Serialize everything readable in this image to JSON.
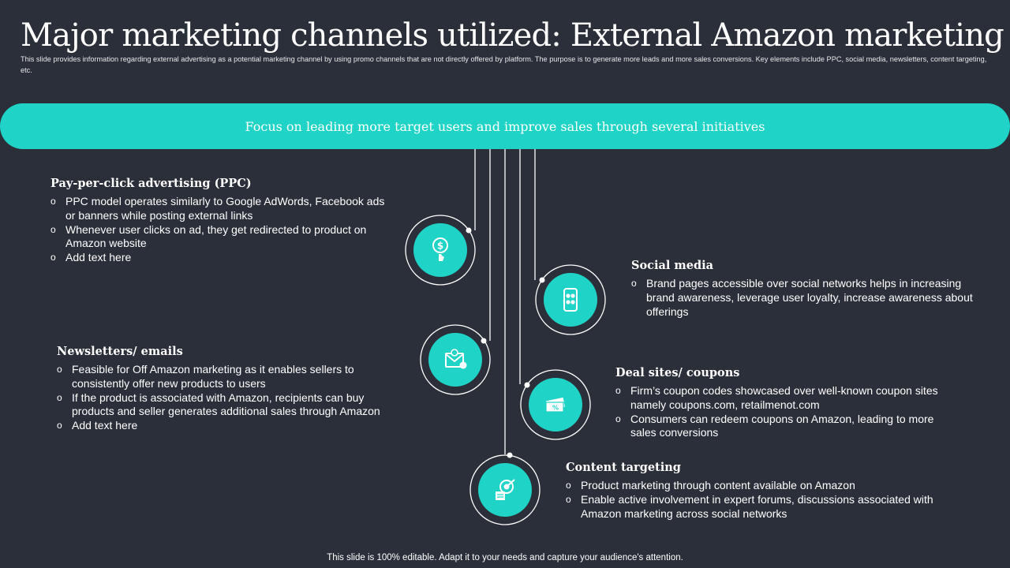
{
  "slide": {
    "title": "Major marketing channels utilized: External Amazon marketing",
    "subtitle": "This slide provides information regarding external advertising as a potential marketing channel by using promo channels that are not directly offered by platform. The purpose is to generate more leads and more sales conversions. Key elements include PPC, social media, newsletters, content targeting, etc.",
    "banner": "Focus on leading more target users and improve sales through several initiatives",
    "footer": "This slide is 100% editable. Adapt it to your needs and capture your audience's attention."
  },
  "colors": {
    "background": "#2b2f3a",
    "accent": "#1fd3c6",
    "text": "#ffffff"
  },
  "channels": {
    "ppc": {
      "icon": "dollar-click-icon",
      "title": "Pay-per-click advertising (PPC)",
      "points": [
        "PPC model operates similarly to Google AdWords, Facebook ads or banners while posting external links",
        "Whenever user clicks on ad, they get redirected to product on Amazon website",
        "Add text here"
      ]
    },
    "social": {
      "icon": "social-phone-icon",
      "title": "Social media",
      "points": [
        "Brand pages accessible over social networks helps in increasing brand awareness, leverage user loyalty,  increase awareness about offerings"
      ]
    },
    "newsletters": {
      "icon": "email-envelope-icon",
      "title": "Newsletters/ emails",
      "points": [
        "Feasible for Off Amazon marketing as it enables sellers to consistently offer new products to users",
        "If the product is associated with Amazon, recipients can buy products and seller generates additional  sales through Amazon",
        "Add text here"
      ]
    },
    "deals": {
      "icon": "coupon-tickets-icon",
      "title": "Deal sites/ coupons",
      "points": [
        "Firm’s coupon codes showcased over well-known coupon sites namely coupons.com, retailmenot.com",
        "Consumers can redeem coupons on Amazon, leading to more sales conversions"
      ]
    },
    "content": {
      "icon": "target-content-icon",
      "title": "Content targeting",
      "points": [
        "Product marketing through content available  on Amazon",
        "Enable active involvement in expert forums, discussions associated with Amazon marketing across social networks"
      ]
    }
  }
}
